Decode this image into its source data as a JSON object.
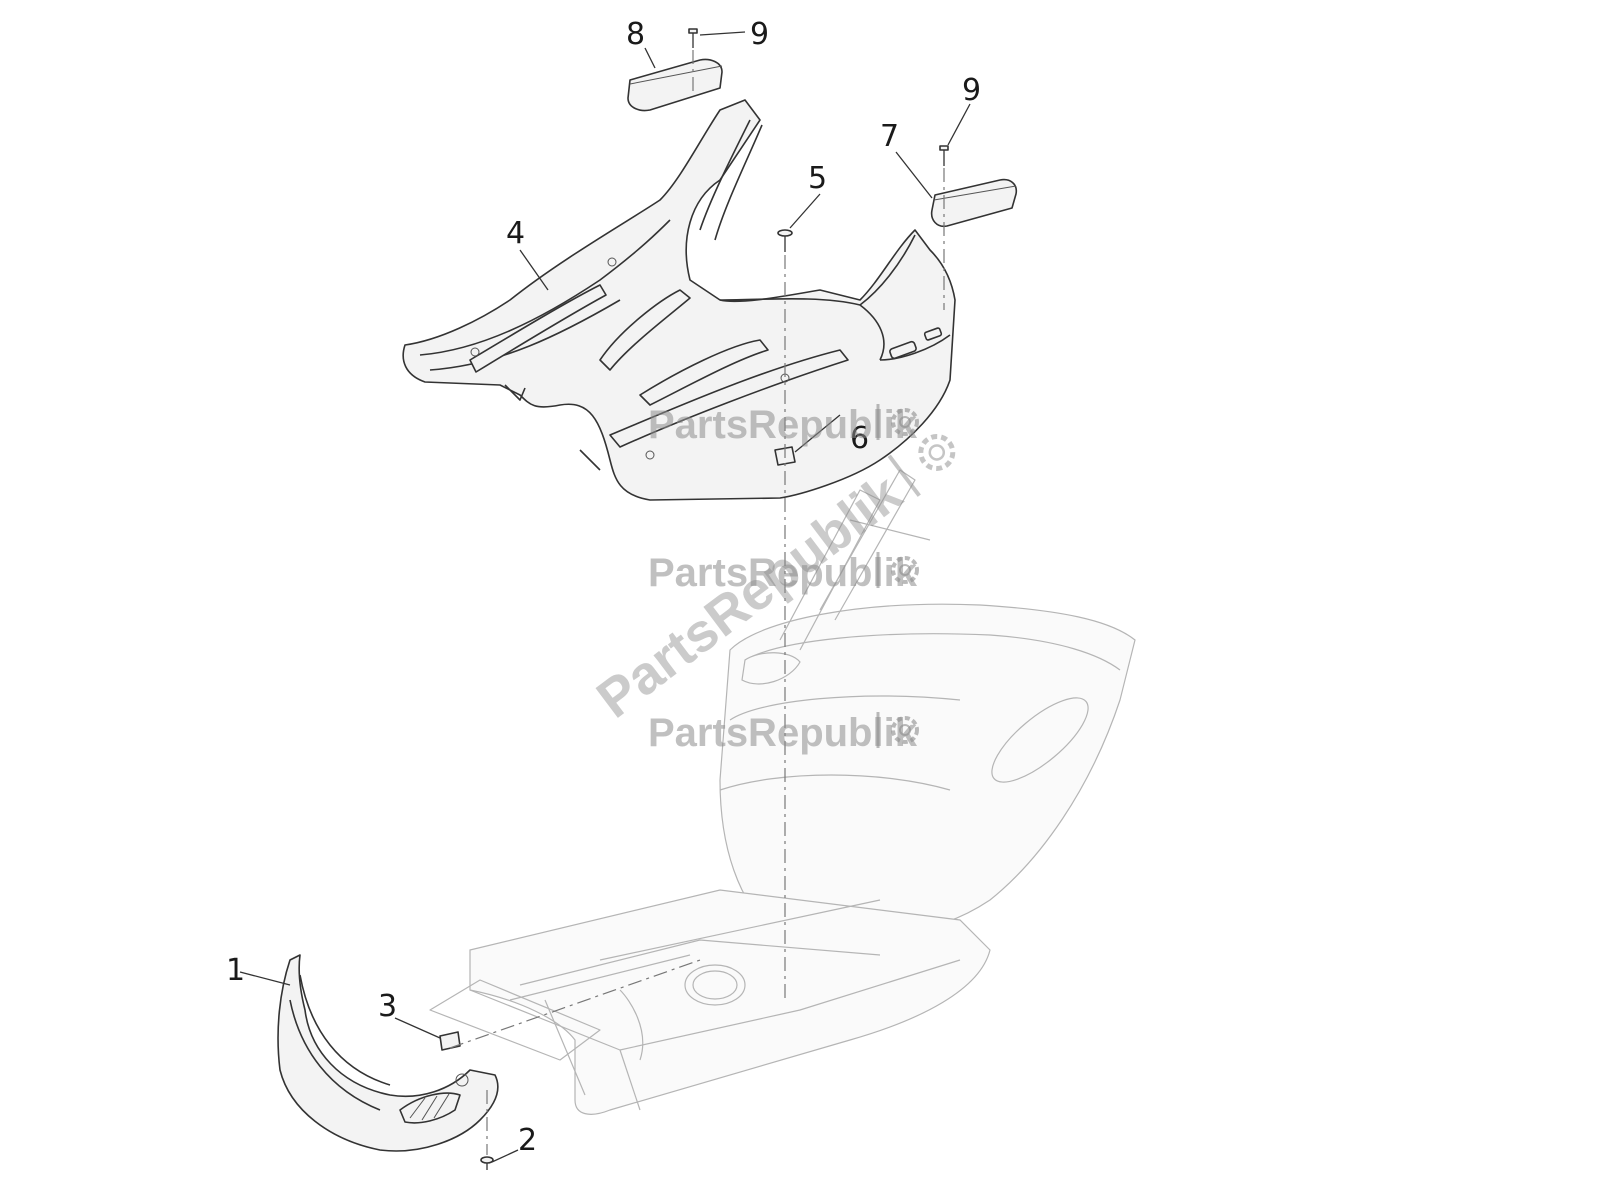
{
  "callouts": {
    "c1": "1",
    "c2": "2",
    "c3": "3",
    "c4": "4",
    "c5": "5",
    "c6": "6",
    "c7": "7",
    "c8": "8",
    "c9a": "9",
    "c9b": "9"
  },
  "watermark": {
    "text": "PartsRepublik",
    "icon": "gear-icon",
    "color": "#8c8c8c"
  }
}
